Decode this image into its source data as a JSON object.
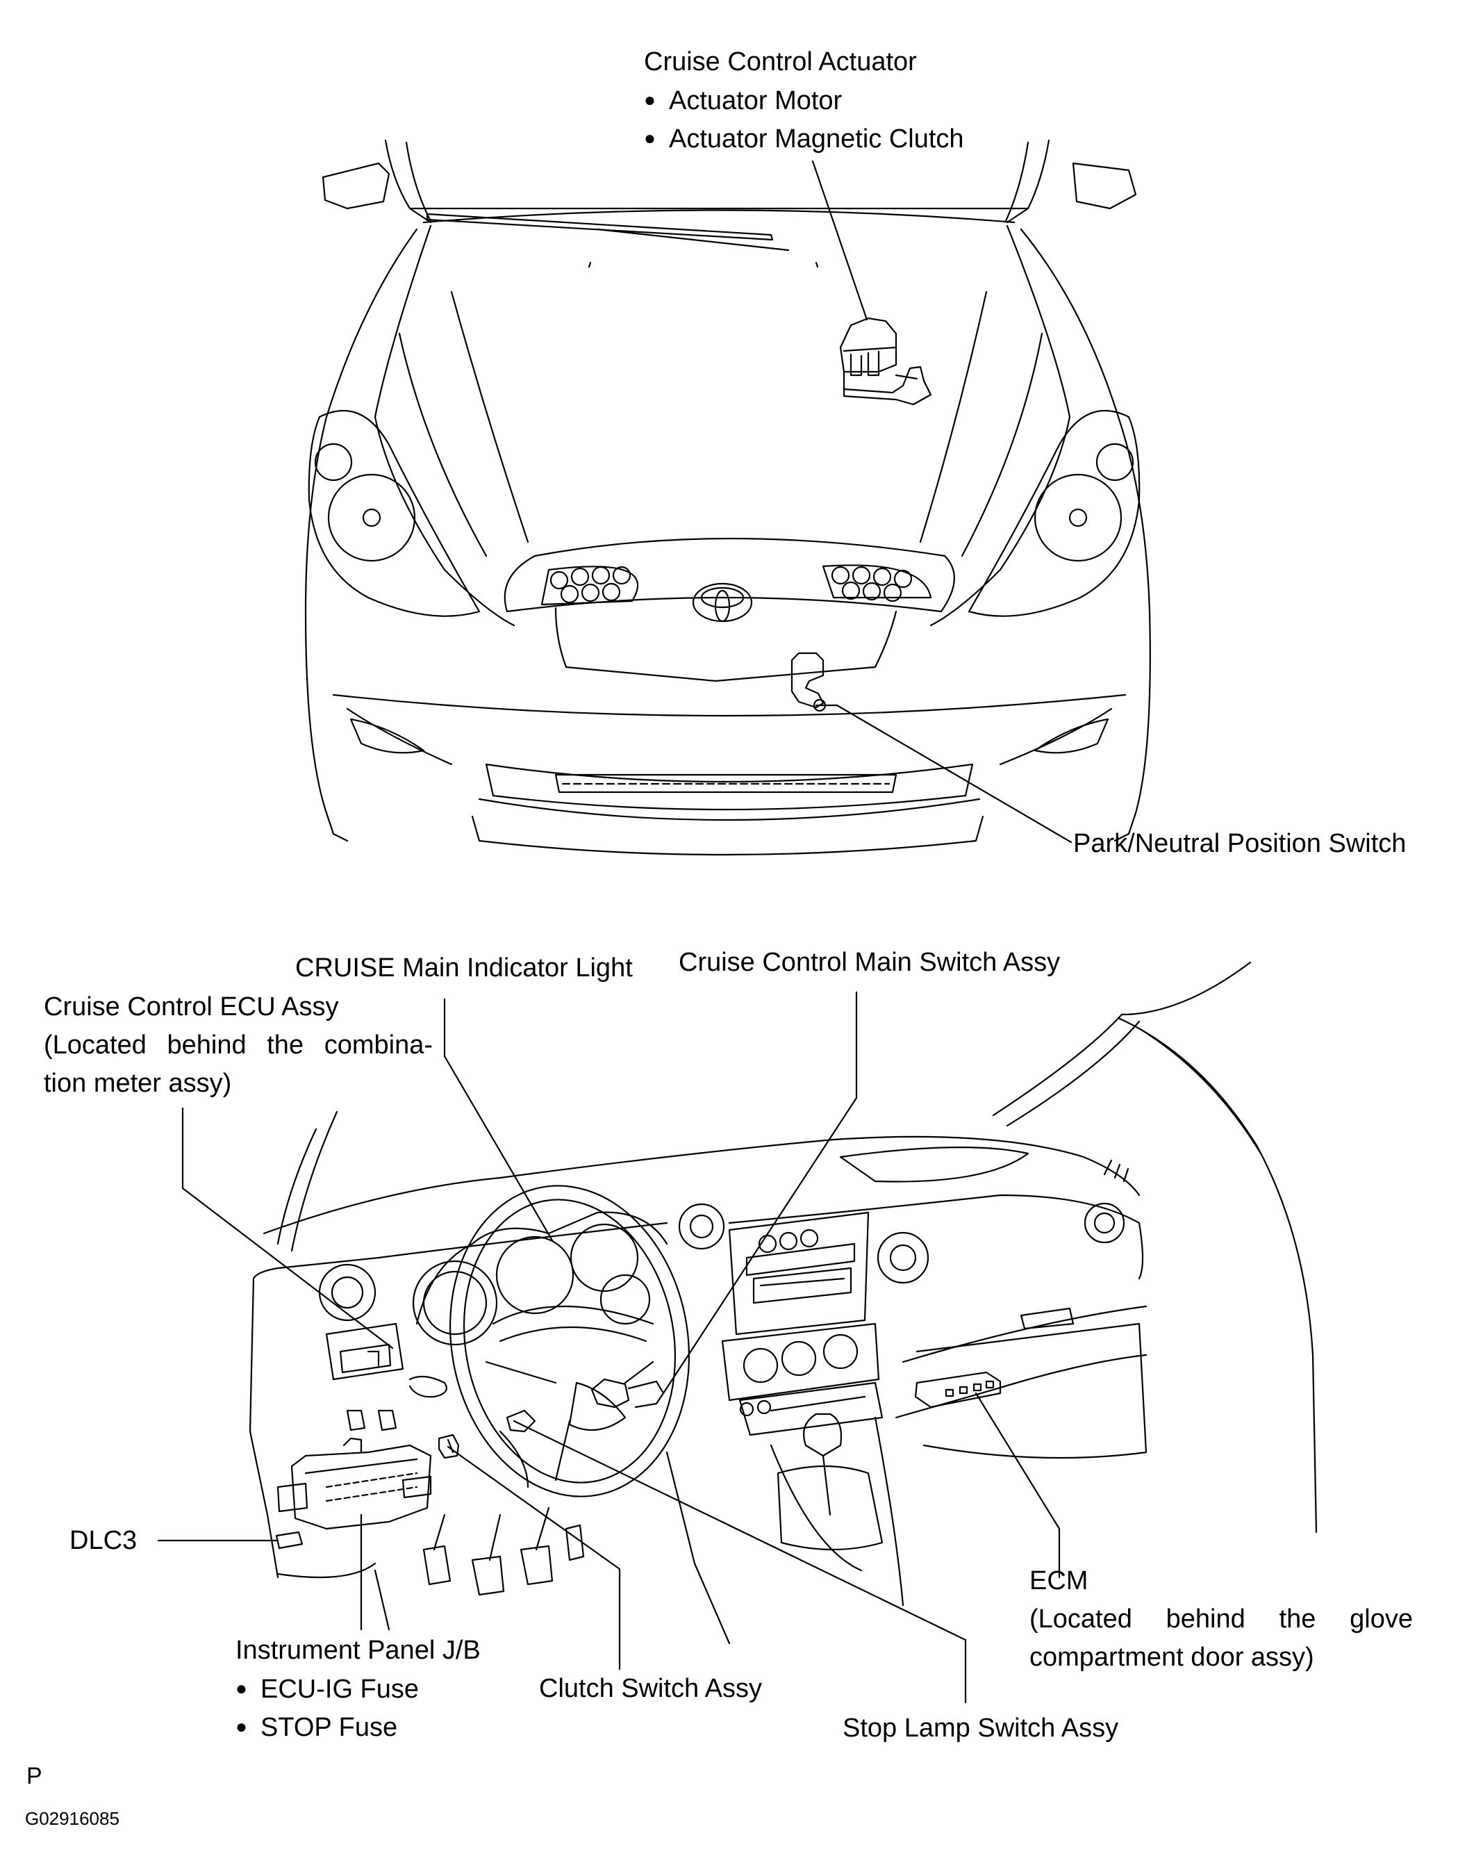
{
  "labels": {
    "actuator_title": "Cruise Control Actuator",
    "actuator_motor": "Actuator Motor",
    "actuator_clutch": "Actuator Magnetic Clutch",
    "pn_switch": "Park/Neutral Position Switch",
    "cruise_indicator": "CRUISE Main Indicator Light",
    "main_switch": "Cruise Control Main Switch Assy",
    "ecu_title": "Cruise Control ECU Assy",
    "ecu_note_1": "(Located behind the combina-",
    "ecu_note_2": "tion meter assy)",
    "dlc3": "DLC3",
    "jb_title": "Instrument Panel J/B",
    "jb_fuse_1": "ECU-IG Fuse",
    "jb_fuse_2": "STOP Fuse",
    "clutch_switch": "Clutch Switch Assy",
    "stop_lamp": "Stop Lamp Switch Assy",
    "ecm_title": "ECM",
    "ecm_note_1": "(Located behind the glove",
    "ecm_note_2": "compartment door assy)"
  },
  "footer": {
    "code_letter": "P",
    "figure_id": "G02916085"
  },
  "colors": {
    "line": "#000000",
    "background": "#ffffff"
  }
}
